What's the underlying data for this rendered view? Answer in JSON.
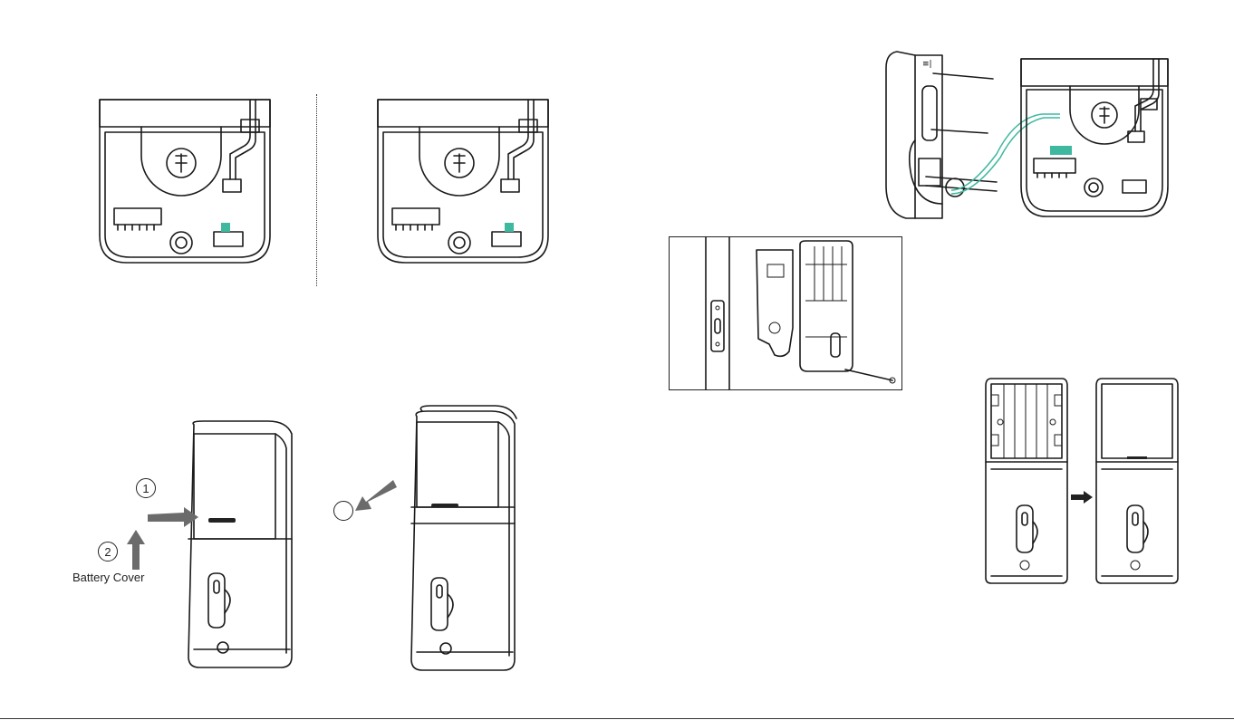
{
  "labels": {
    "battery_cover": "Battery Cover",
    "step_1": "1",
    "step_2": "2"
  },
  "colors": {
    "line": "#1a1a1a",
    "accent": "#3fb8a0",
    "arrow": "#6b6b6b"
  },
  "icons": {
    "arrow": "arrow-icon",
    "screw": "screw-icon"
  }
}
